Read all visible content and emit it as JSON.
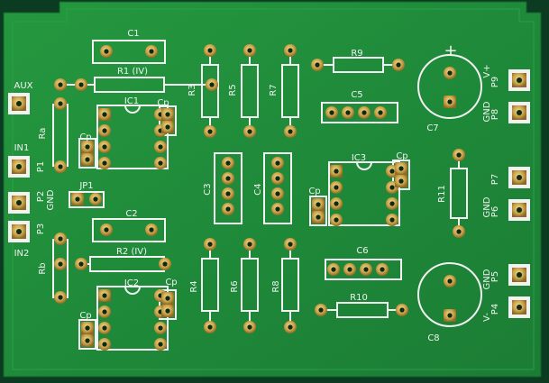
{
  "board": {
    "title": "Simple IV & Diff. Amp with OPA v2",
    "labels": {
      "aux": "AUX",
      "in1": "IN1",
      "in2": "IN2",
      "p1": "P1",
      "p2": "P2",
      "p3": "P3",
      "gnd_left": "GND",
      "jp1": "JP1",
      "ra": "Ra",
      "rb": "Rb",
      "c1": "C1",
      "c2": "C2",
      "r1": "R1 (IV)",
      "r2": "R2 (IV)",
      "ic1": "IC1",
      "ic2": "IC2",
      "ic3": "IC3",
      "cp": "Cp",
      "r3": "R3",
      "r4": "R4",
      "r5": "R5",
      "r6": "R6",
      "r7": "R7",
      "r8": "R8",
      "r9": "R9",
      "r10": "R10",
      "r11": "R11",
      "c3": "C3",
      "c4": "C4",
      "c5": "C5",
      "c6": "C6",
      "c7": "C7",
      "c8": "C8",
      "vplus": "V+",
      "vminus": "V-",
      "gnd": "GND",
      "plus": "+",
      "p4": "P4",
      "p5": "P5",
      "p6": "P6",
      "p7": "P7",
      "p8": "P8",
      "p9": "P9"
    },
    "colors": {
      "bg_dark": "#0a3a1f",
      "solder_mask": "#1f8a3a",
      "solder_mask_light": "#27a046",
      "silkscreen": "#f2f2f2",
      "copper": "#c9a24a"
    }
  }
}
